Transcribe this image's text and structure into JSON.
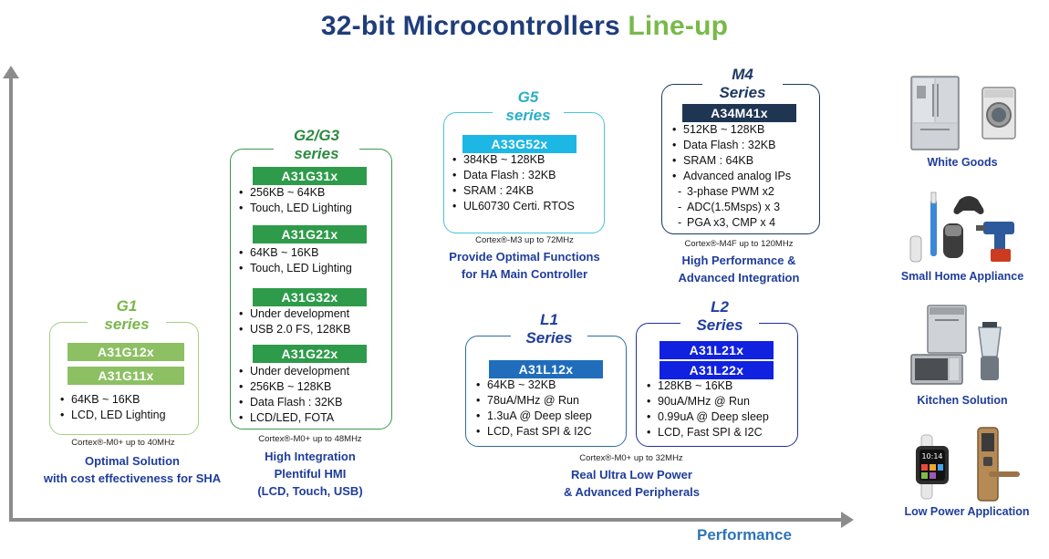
{
  "title": {
    "part1": "32-bit Microcontrollers",
    "part2": "Line-up"
  },
  "axis": {
    "x_label": "Performance"
  },
  "g1": {
    "series_line1": "G1",
    "series_line2": "series",
    "chips": [
      "A31G12x",
      "A31G11x"
    ],
    "features": [
      "64KB ~ 16KB",
      "LCD, LED Lighting"
    ],
    "core": "Cortex®-M0+  up to 40MHz",
    "caption": [
      "Optimal Solution",
      "with cost effectiveness for SHA"
    ]
  },
  "g23": {
    "series_line1": "G2/G3",
    "series_line2": "series",
    "groups": [
      {
        "chip": "A31G31x",
        "features": [
          "256KB ~ 64KB",
          "Touch, LED Lighting"
        ]
      },
      {
        "chip": "A31G21x",
        "features": [
          "64KB ~  16KB",
          "Touch, LED Lighting"
        ]
      },
      {
        "chip": "A31G32x",
        "features": [
          "Under development",
          "USB 2.0 FS, 128KB"
        ]
      },
      {
        "chip": "A31G22x",
        "features": [
          "Under development",
          "256KB ~ 128KB",
          "Data Flash : 32KB",
          "LCD/LED, FOTA"
        ]
      }
    ],
    "core": "Cortex®-M0+  up to  48MHz",
    "caption": [
      "High Integration",
      "Plentiful HMI",
      "(LCD, Touch, USB)"
    ]
  },
  "g5": {
    "series_line1": "G5",
    "series_line2": "series",
    "chip": "A33G52x",
    "features": [
      "384KB ~ 128KB",
      "Data Flash : 32KB",
      "SRAM : 24KB",
      "UL60730 Certi.  RTOS"
    ],
    "core": "Cortex®-M3  up to 72MHz",
    "caption": [
      "Provide Optimal Functions",
      "for HA Main Controller"
    ]
  },
  "m4": {
    "series_line1": "M4",
    "series_line2": "Series",
    "chip": "A34M41x",
    "features": [
      "512KB ~ 128KB",
      "Data Flash : 32KB",
      "SRAM : 64KB",
      "Advanced analog IPs"
    ],
    "subfeatures": [
      "3-phase PWM x2",
      "ADC(1.5Msps) x 3",
      "PGA x3, CMP x 4"
    ],
    "core": "Cortex®-M4F  up to 120MHz",
    "caption": [
      "High Performance &",
      "Advanced Integration"
    ]
  },
  "l1": {
    "series_line1": "L1",
    "series_line2": "Series",
    "chip": "A31L12x",
    "features": [
      "64KB ~ 32KB",
      "78uA/MHz @ Run",
      "1.3uA @ Deep sleep",
      "LCD, Fast SPI  & I2C"
    ]
  },
  "l2": {
    "series_line1": "L2",
    "series_line2": "Series",
    "chips": [
      "A31L21x",
      "A31L22x"
    ],
    "features": [
      "128KB ~ 16KB",
      "90uA/MHz @ Run",
      "0.99uA @ Deep sleep",
      "LCD, Fast SPI  & I2C"
    ]
  },
  "l_common": {
    "core": "Cortex®-M0+  up to 32MHz",
    "caption": [
      "Real Ultra Low Power",
      "& Advanced Peripherals"
    ]
  },
  "applications": [
    {
      "label": "White Goods",
      "icon": "white-goods-icon"
    },
    {
      "label": "Small Home Appliance",
      "icon": "small-appliance-icon"
    },
    {
      "label": "Kitchen Solution",
      "icon": "kitchen-icon"
    },
    {
      "label": "Low Power Application",
      "icon": "low-power-icon"
    }
  ]
}
